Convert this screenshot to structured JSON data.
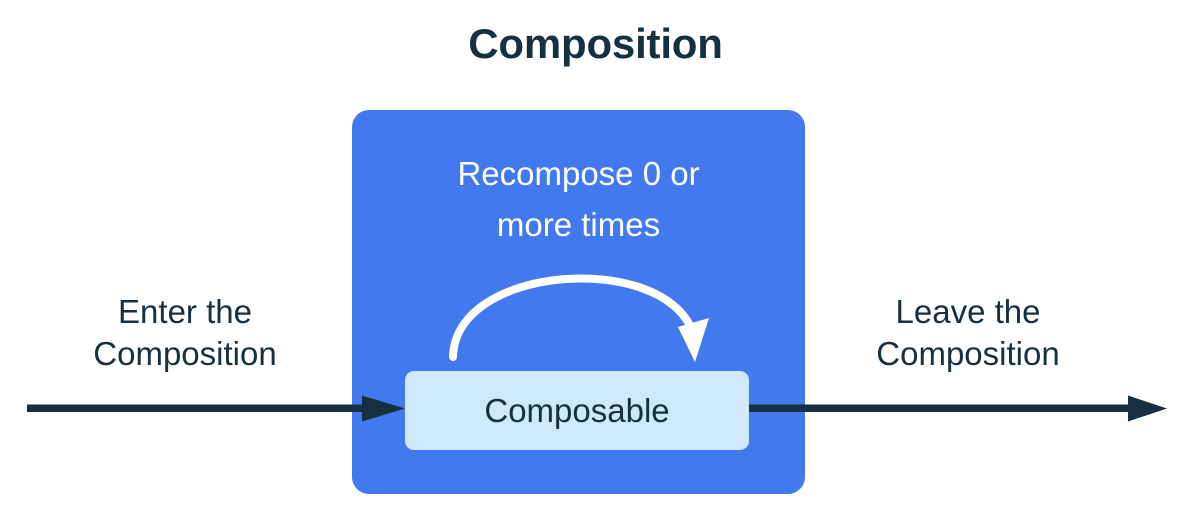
{
  "diagram": {
    "title": "Composition",
    "colors": {
      "ink": "#17303F",
      "composition_blue": "#4279EE",
      "composable_light_blue": "#CFE8FB",
      "recompose_arrow": "#FFFFFF",
      "background": "#FFFFFF"
    },
    "composition_box": {
      "recompose_label": "Recompose 0 or\nmore times",
      "composable_label": "Composable",
      "recompose_arrow_name": "recompose-loop-arrow"
    },
    "enter": {
      "label": "Enter the\nComposition",
      "arrow_name": "enter-composition-arrow"
    },
    "leave": {
      "label": "Leave the\nComposition",
      "arrow_name": "leave-composition-arrow"
    }
  }
}
